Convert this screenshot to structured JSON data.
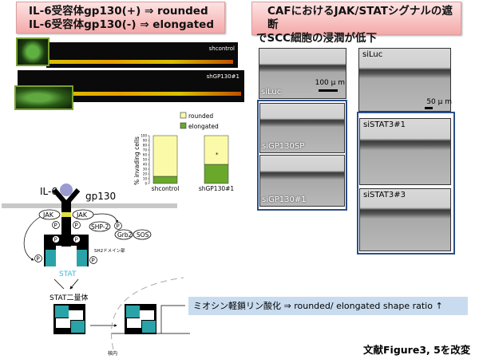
{
  "left_title": {
    "line1": "IL-6受容体gp130(+) ⇒ rounded",
    "line2": "IL-6受容体gp130(-) ⇒ elongated"
  },
  "right_title": {
    "line1": "CAFにおけるJAK/STATシグナルの遮断",
    "line2": "でSCC細胞の浸潤が低下"
  },
  "strips": [
    {
      "label": "shcontrol"
    },
    {
      "label": "shGP130#1"
    }
  ],
  "chart_data": {
    "type": "bar",
    "stacked": true,
    "categories": [
      "shcontrol",
      "shGP130#1"
    ],
    "series": [
      {
        "name": "elongated",
        "values": [
          15,
          40
        ],
        "color": "#6aa82c"
      },
      {
        "name": "rounded",
        "values": [
          85,
          60
        ],
        "color": "#fafaa8"
      }
    ],
    "ylabel": "% invading cells",
    "ylim": [
      0,
      100
    ],
    "yticks": [
      0,
      10,
      20,
      30,
      40,
      50,
      60,
      70,
      80,
      90,
      100
    ],
    "legend": [
      "rounded",
      "elongated"
    ],
    "legend_placement": "top",
    "annotation": "*"
  },
  "micrographs_left": {
    "panels": [
      "siLuc",
      "siGP130SP",
      "siGP130#1"
    ],
    "scale": "100 μ m"
  },
  "micrographs_right": {
    "panels": [
      "siLuc",
      "siSTAT3#1",
      "siSTAT3#3"
    ],
    "scale": "50 μ m"
  },
  "diagram": {
    "il6": "IL-6",
    "gp130": "gp130",
    "jak": "JAK",
    "p": "P",
    "shp2": "SHP-2",
    "grb2": "Grb2",
    "sos": "SOS",
    "sh2": "SH2ドメイン部",
    "stat": "STAT",
    "dimer": "STAT二量体",
    "nucleus": "核内"
  },
  "result_box": "ミオシン軽鎖リン酸化 ⇒  rounded/ elongated shape ratio ↑",
  "citation": "文献Figure3, 5を改変"
}
